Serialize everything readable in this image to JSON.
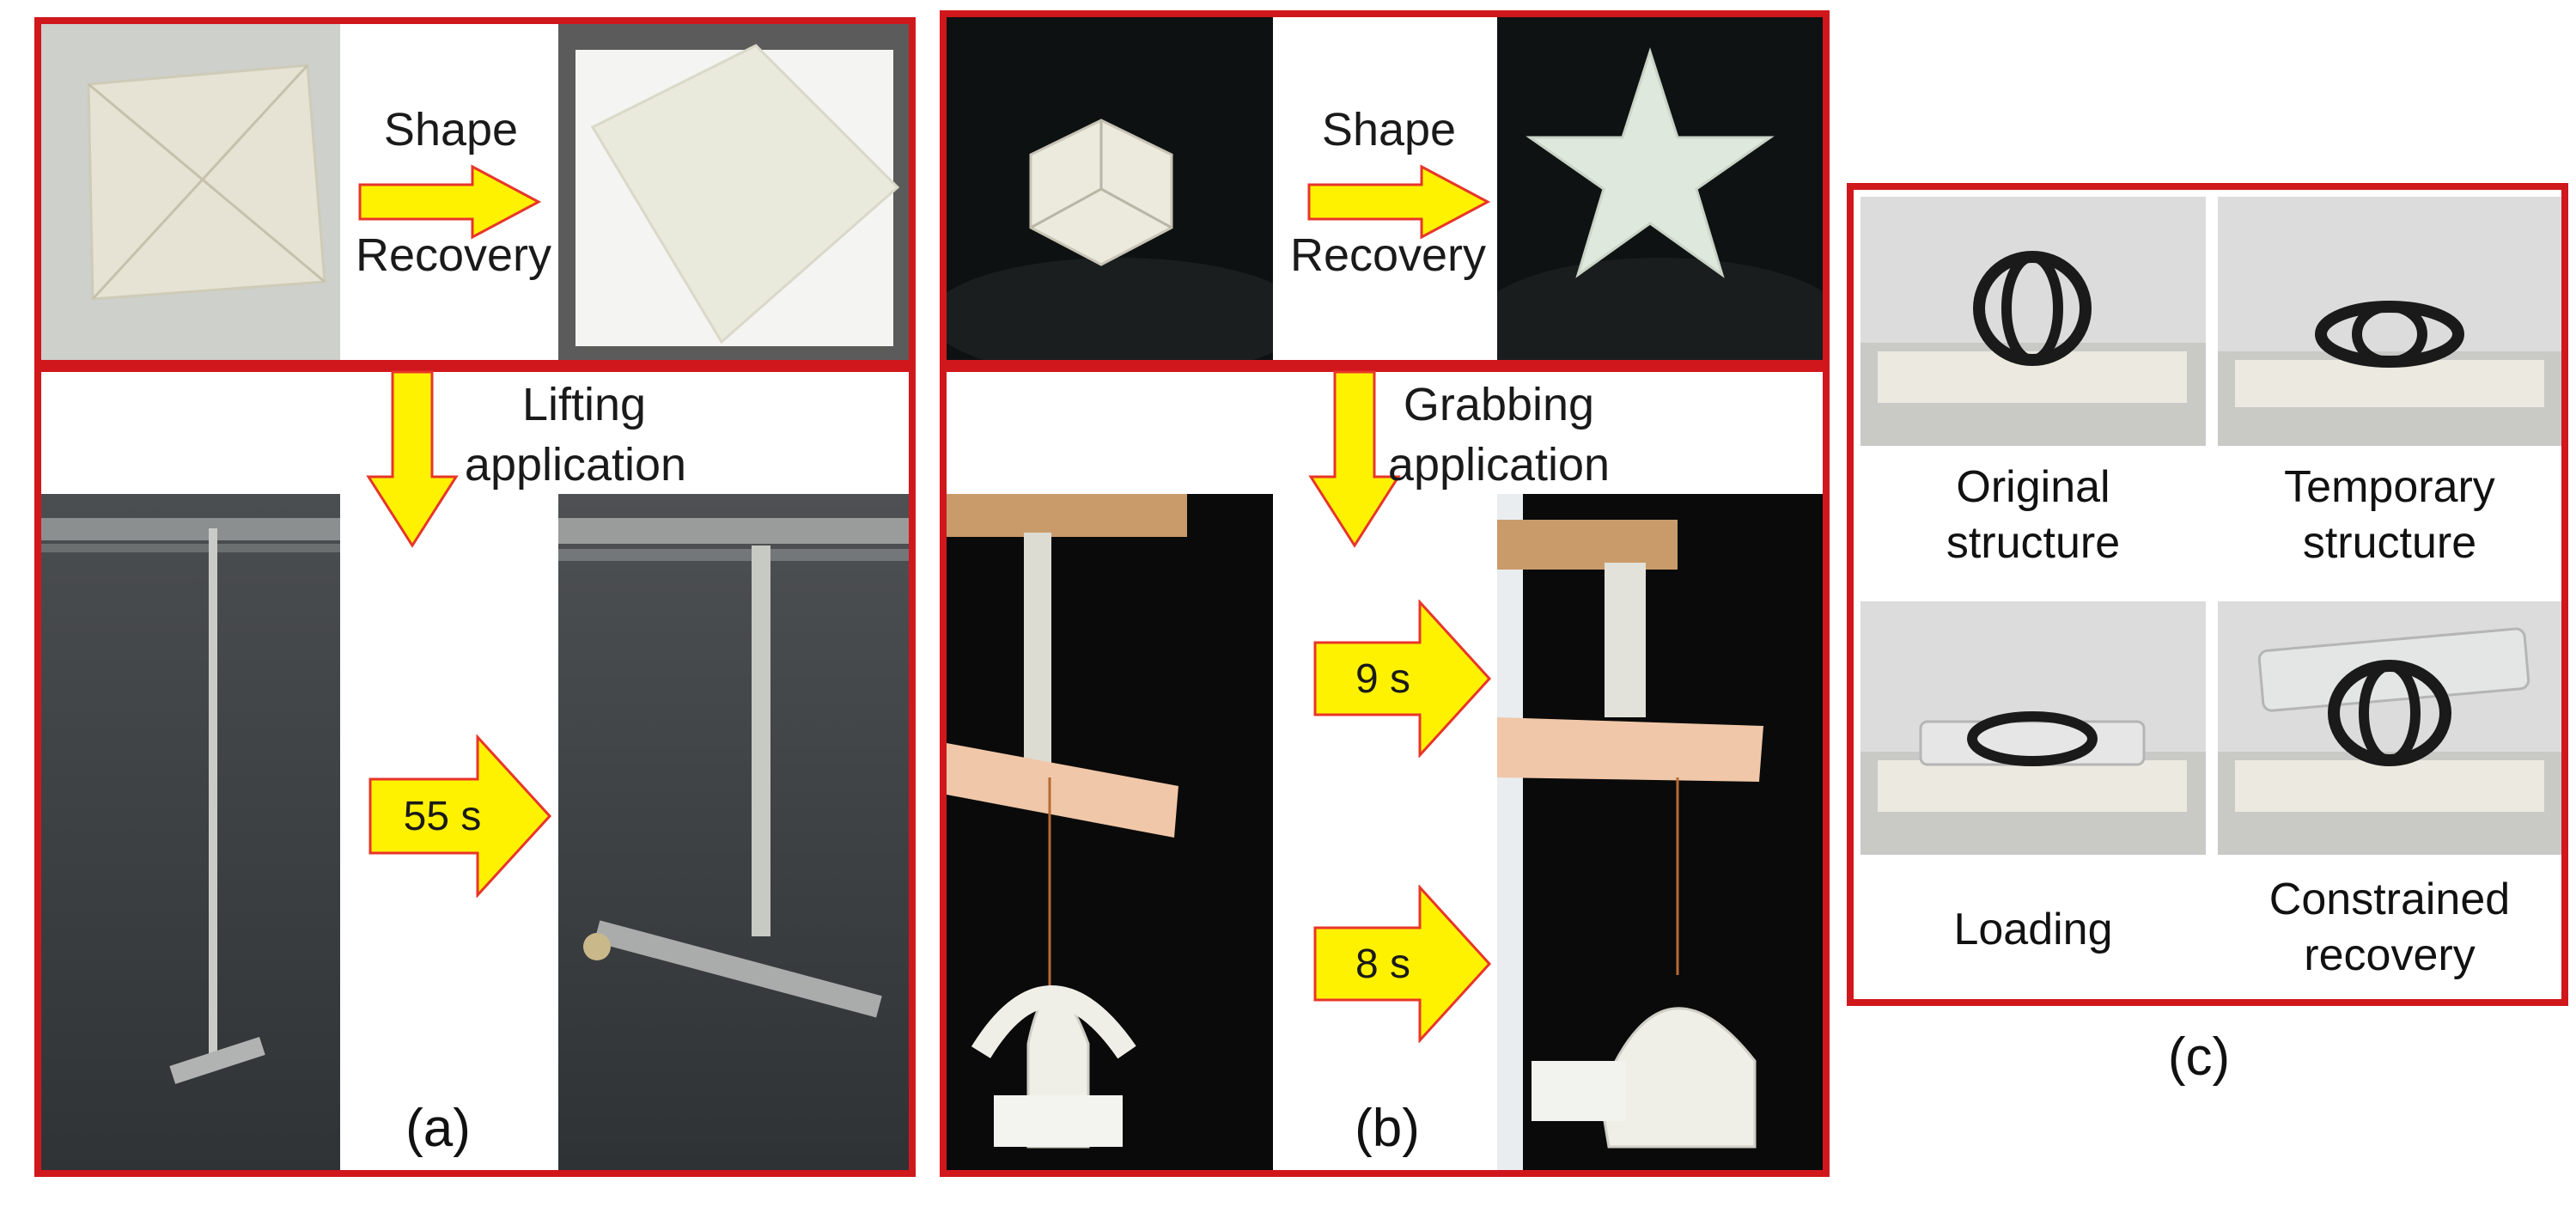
{
  "panel_a": {
    "arrow_top_text_1": "Shape",
    "arrow_top_text_2": "Recovery",
    "down_text_1": "Lifting",
    "down_text_2": "application",
    "time_label": "55 s",
    "caption": "(a)"
  },
  "panel_b": {
    "arrow_top_text_1": "Shape",
    "arrow_top_text_2": "Recovery",
    "down_text_1": "Grabbing",
    "down_text_2": "application",
    "time_label_1": "9 s",
    "time_label_2": "8 s",
    "caption": "(b)"
  },
  "panel_c": {
    "labels": [
      [
        "Original",
        "structure"
      ],
      [
        "Temporary",
        "structure"
      ],
      [
        "",
        "Loading"
      ],
      [
        "Constrained",
        "recovery"
      ]
    ],
    "caption": "(c)"
  },
  "colors": {
    "frame_red": "#d0171c",
    "arrow_yellow": "#fff200",
    "arrow_outline": "#e8352a"
  }
}
